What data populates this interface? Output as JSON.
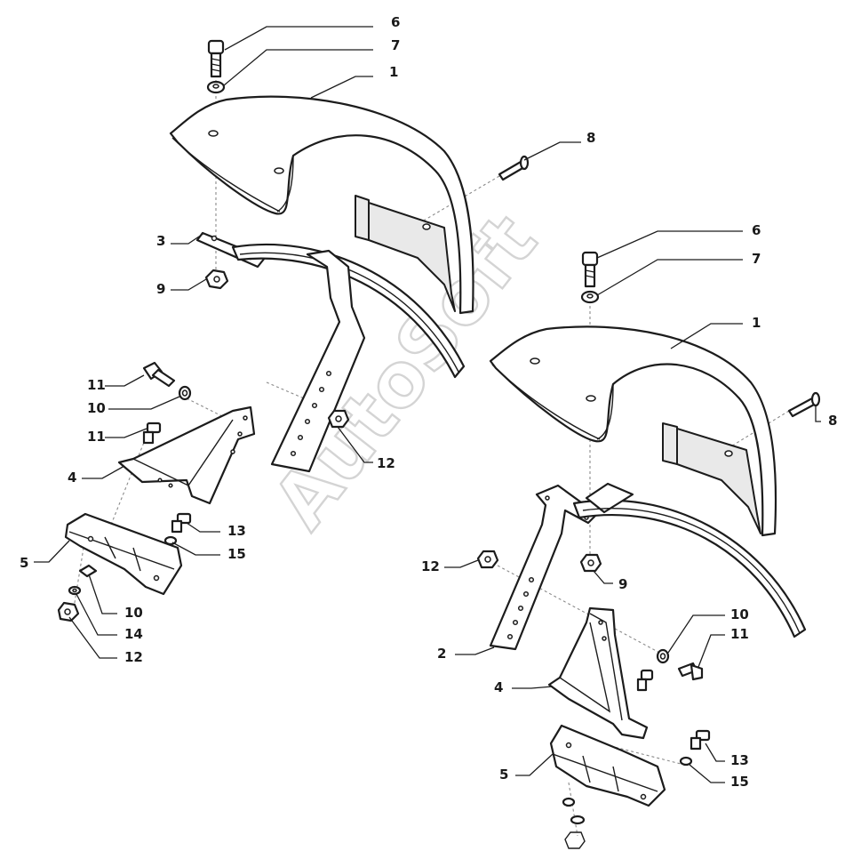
{
  "diagram": {
    "watermark": "AutoSoft",
    "callouts": {
      "l6": "6",
      "l7": "7",
      "l1": "1",
      "l8": "8",
      "l3": "3",
      "l9": "9",
      "l11a": "11",
      "l10a": "10",
      "l11b": "11",
      "l12a": "12",
      "l4": "4",
      "l13": "13",
      "l15": "15",
      "l5": "5",
      "l10b": "10",
      "l14": "14",
      "l12b": "12",
      "r6": "6",
      "r7": "7",
      "r1": "1",
      "r8": "8",
      "r12": "12",
      "r9": "9",
      "r10": "10",
      "r11": "11",
      "r2": "2",
      "r4": "4",
      "r13": "13",
      "r5": "5",
      "r15": "15"
    }
  }
}
